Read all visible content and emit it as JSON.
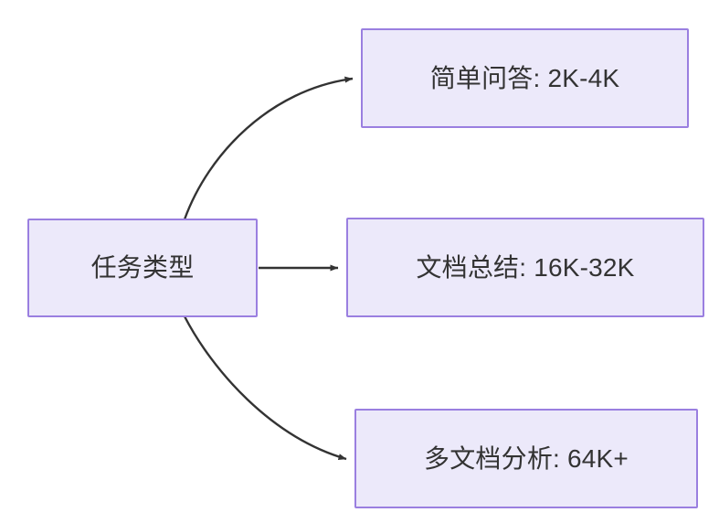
{
  "diagram": {
    "type": "flowchart",
    "direction": "left-to-right",
    "background_color": "#ffffff",
    "node_fill_color": "#ece9fa",
    "node_border_color": "#9a7fe0",
    "text_color": "#333333",
    "edge_color": "#333333",
    "source": {
      "label": "任务类型"
    },
    "targets": [
      {
        "label": "简单问答: 2K-4K"
      },
      {
        "label": "文档总结: 16K-32K"
      },
      {
        "label": "多文档分析: 64K+"
      }
    ],
    "edges": [
      {
        "from": "任务类型",
        "to": "简单问答: 2K-4K",
        "style": "curved",
        "arrow": "arrowhead-icon"
      },
      {
        "from": "任务类型",
        "to": "文档总结: 16K-32K",
        "style": "straight",
        "arrow": "arrowhead-icon"
      },
      {
        "from": "任务类型",
        "to": "多文档分析: 64K+",
        "style": "curved",
        "arrow": "arrowhead-icon"
      }
    ]
  }
}
